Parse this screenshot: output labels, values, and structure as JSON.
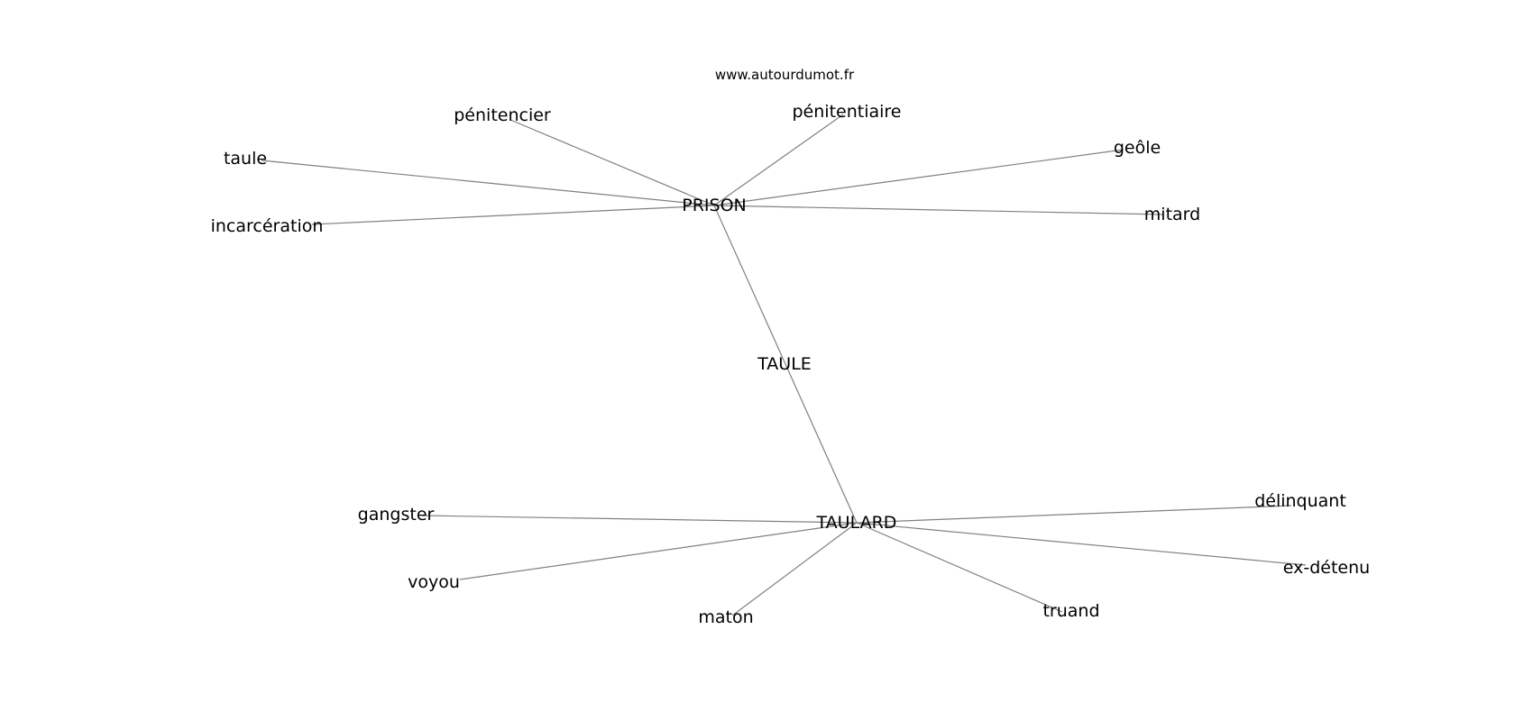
{
  "watermark": "www.autourdumot.fr",
  "nodes": [
    {
      "id": "PRISON",
      "label": "PRISON"
    },
    {
      "id": "TAULE",
      "label": "TAULE"
    },
    {
      "id": "TAULARD",
      "label": "TAULARD"
    },
    {
      "id": "penitencier",
      "label": "pénitencier"
    },
    {
      "id": "penitentiaire",
      "label": "pénitentiaire"
    },
    {
      "id": "geole",
      "label": "geôle"
    },
    {
      "id": "taule",
      "label": "taule"
    },
    {
      "id": "incarceration",
      "label": "incarcération"
    },
    {
      "id": "mitard",
      "label": "mitard"
    },
    {
      "id": "gangster",
      "label": "gangster"
    },
    {
      "id": "voyou",
      "label": "voyou"
    },
    {
      "id": "maton",
      "label": "maton"
    },
    {
      "id": "truand",
      "label": "truand"
    },
    {
      "id": "delinquant",
      "label": "délinquant"
    },
    {
      "id": "ex-detenu",
      "label": "ex-détenu"
    }
  ],
  "edges": [
    [
      "PRISON",
      "penitencier"
    ],
    [
      "PRISON",
      "penitentiaire"
    ],
    [
      "PRISON",
      "geole"
    ],
    [
      "PRISON",
      "taule"
    ],
    [
      "PRISON",
      "incarceration"
    ],
    [
      "PRISON",
      "mitard"
    ],
    [
      "PRISON",
      "TAULARD"
    ],
    [
      "TAULARD",
      "gangster"
    ],
    [
      "TAULARD",
      "voyou"
    ],
    [
      "TAULARD",
      "maton"
    ],
    [
      "TAULARD",
      "truand"
    ],
    [
      "TAULARD",
      "delinquant"
    ],
    [
      "TAULARD",
      "ex-detenu"
    ]
  ]
}
